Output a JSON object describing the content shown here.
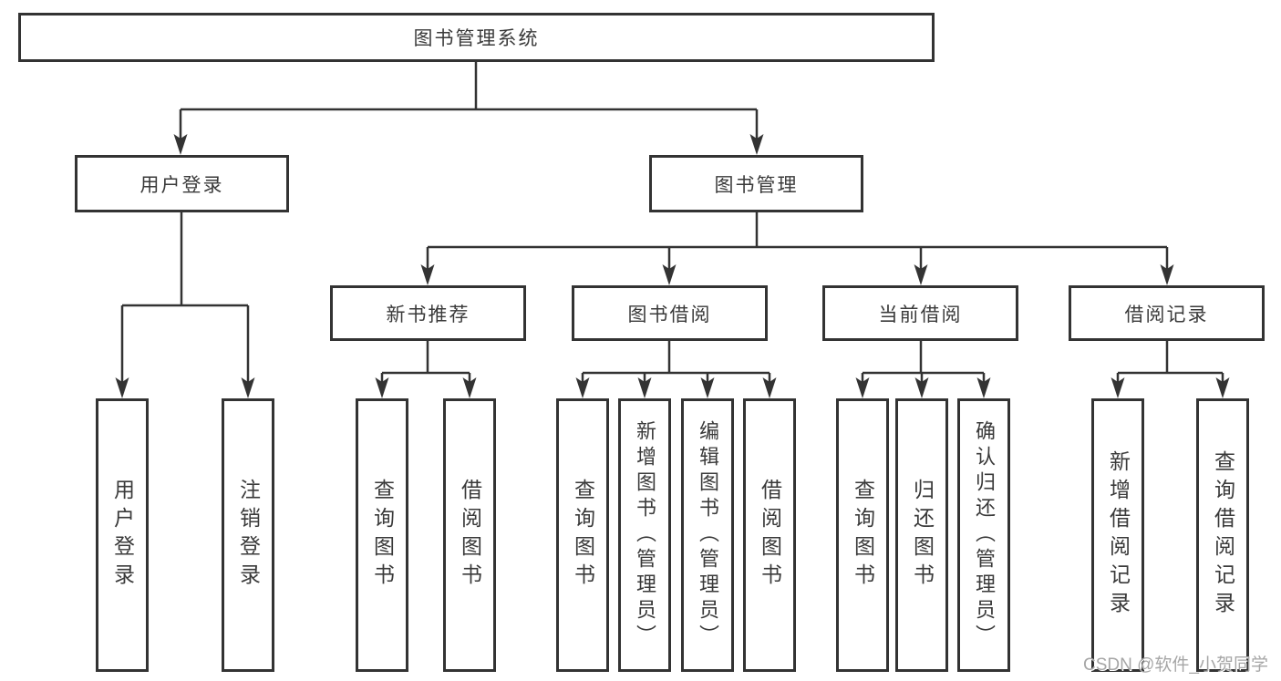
{
  "tree": {
    "root": {
      "label": "图书管理系统"
    },
    "children": [
      {
        "label": "用户登录",
        "children": [
          {
            "label": "用户登录"
          },
          {
            "label": "注销登录"
          }
        ]
      },
      {
        "label": "图书管理",
        "children": [
          {
            "label": "新书推荐",
            "children": [
              {
                "label": "查询图书"
              },
              {
                "label": "借阅图书"
              }
            ]
          },
          {
            "label": "图书借阅",
            "children": [
              {
                "label": "查询图书"
              },
              {
                "label": "新增图书（管理员）"
              },
              {
                "label": "编辑图书（管理员）"
              },
              {
                "label": "借阅图书"
              }
            ]
          },
          {
            "label": "当前借阅",
            "children": [
              {
                "label": "查询图书"
              },
              {
                "label": "归还图书"
              },
              {
                "label": "确认归还（管理员）"
              }
            ]
          },
          {
            "label": "借阅记录",
            "children": [
              {
                "label": "新增借阅记录"
              },
              {
                "label": "查询借阅记录"
              }
            ]
          }
        ]
      }
    ]
  },
  "watermark": {
    "text": "CSDN @软件_小贺同学"
  },
  "colors": {
    "line": "#333333",
    "box_border": "#333333",
    "text": "#3a3a3a",
    "watermark": "#a6a6a6",
    "background": "#ffffff"
  }
}
